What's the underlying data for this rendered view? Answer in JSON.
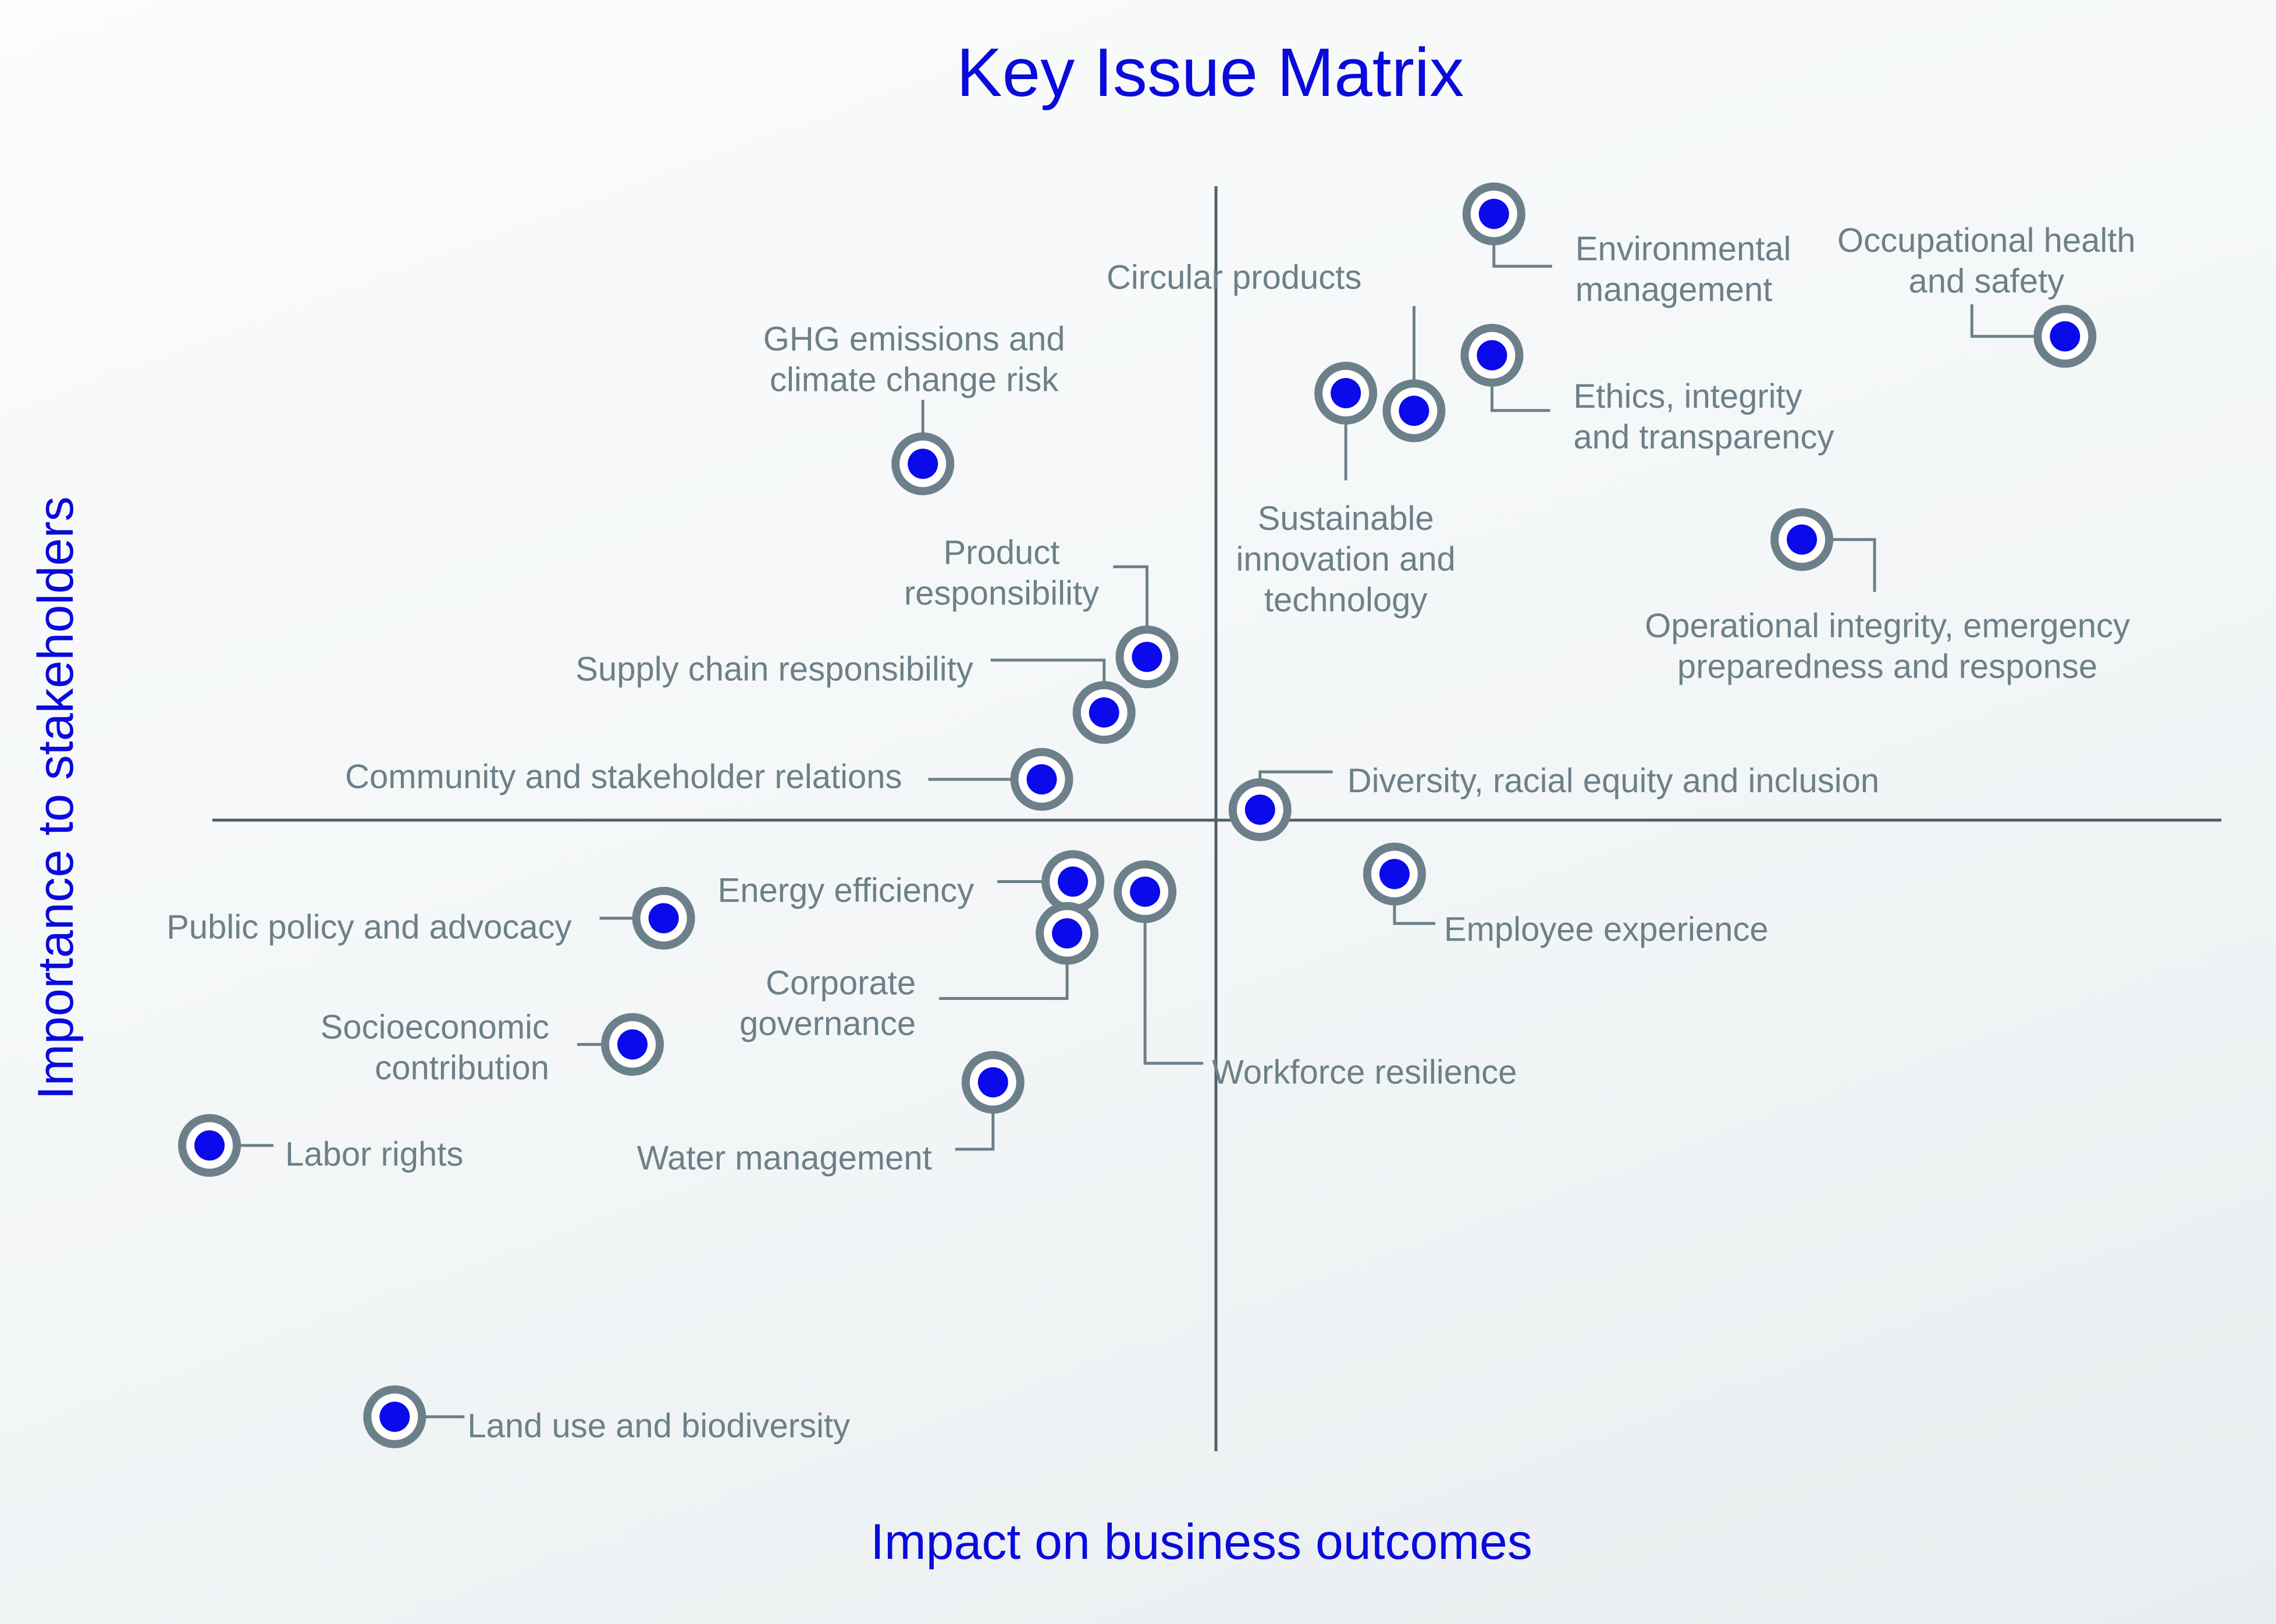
{
  "chart_data": {
    "type": "scatter",
    "title": "Key Issue Matrix",
    "xlabel": "Impact on business outcomes",
    "ylabel": "Importance to stakeholders",
    "xlim": [
      0,
      100
    ],
    "ylim": [
      0,
      100
    ],
    "grid": false,
    "quadrant_lines": true,
    "points": [
      {
        "label": "Environmental management",
        "x": 66.5,
        "y": 97.8
      },
      {
        "label": "Occupational health and safety",
        "x": 95.8,
        "y": 88.1
      },
      {
        "label": "Circular products",
        "x": 62.4,
        "y": 82.2
      },
      {
        "label": "Ethics, integrity and transparency",
        "x": 66.4,
        "y": 86.6
      },
      {
        "label": "Sustainable innovation and technology",
        "x": 58.9,
        "y": 83.6
      },
      {
        "label": "GHG emissions and climate change risk",
        "x": 37.2,
        "y": 78.0
      },
      {
        "label": "Operational integrity, emergency preparedness and response",
        "x": 82.3,
        "y": 72.0
      },
      {
        "label": "Product responsibility",
        "x": 48.7,
        "y": 62.7
      },
      {
        "label": "Supply chain responsibility",
        "x": 46.5,
        "y": 58.3
      },
      {
        "label": "Community and stakeholder relations",
        "x": 43.3,
        "y": 53.0
      },
      {
        "label": "Diversity, racial equity and inclusion",
        "x": 54.5,
        "y": 50.6
      },
      {
        "label": "Energy efficiency",
        "x": 44.9,
        "y": 44.9
      },
      {
        "label": "Workforce resilience",
        "x": 48.6,
        "y": 44.1
      },
      {
        "label": "Employee experience",
        "x": 61.4,
        "y": 45.5
      },
      {
        "label": "Corporate governance",
        "x": 44.6,
        "y": 40.8
      },
      {
        "label": "Public policy and advocacy",
        "x": 23.9,
        "y": 42.0
      },
      {
        "label": "Socioeconomic contribution",
        "x": 22.3,
        "y": 32.0
      },
      {
        "label": "Water management",
        "x": 40.8,
        "y": 29.0
      },
      {
        "label": "Labor rights",
        "x": 0.6,
        "y": 24.0
      },
      {
        "label": "Land use and biodiversity",
        "x": 10.1,
        "y": 2.5
      }
    ]
  },
  "colors": {
    "title": "#0a0adc",
    "axis_title": "#0a0adc",
    "axis_line": "#4f6068",
    "label_text": "#6c8089",
    "leader": "#6c8089",
    "marker_ring": "#6c8089",
    "marker_dot": "#0a0aeb"
  }
}
